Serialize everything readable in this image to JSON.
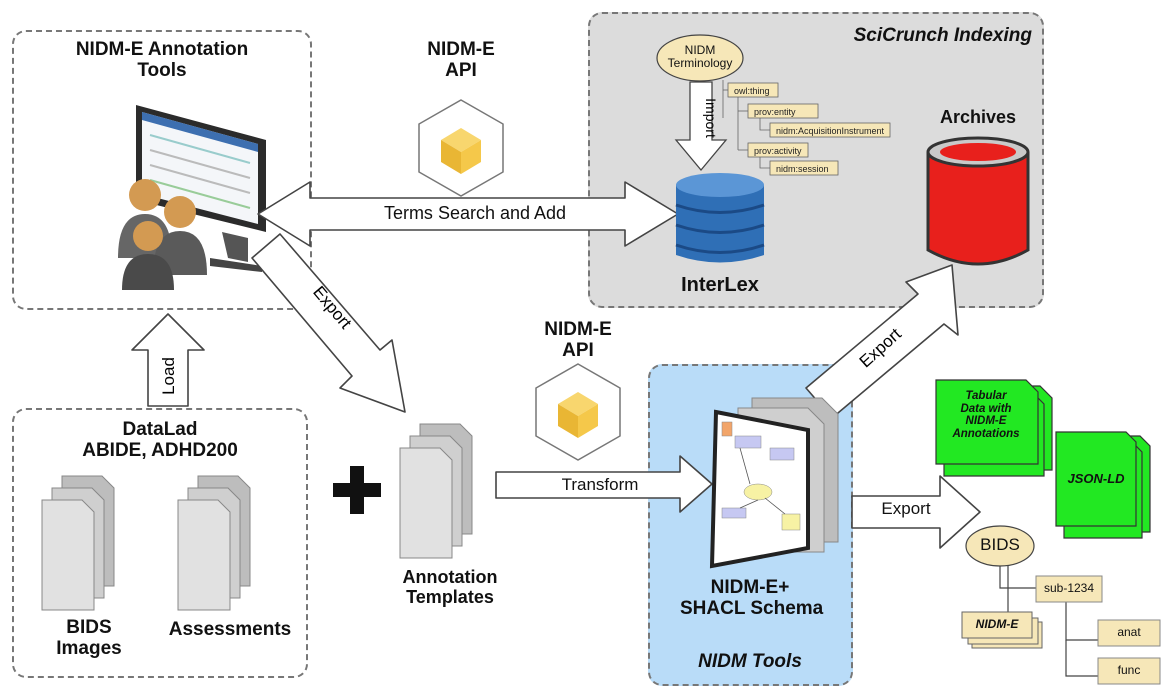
{
  "annotation_tools": {
    "title_line1": "NIDM-E Annotation",
    "title_line2": "Tools"
  },
  "api_top": {
    "line1": "NIDM-E",
    "line2": "API"
  },
  "api_bottom": {
    "line1": "NIDM-E",
    "line2": "API"
  },
  "scicrunch": {
    "title": "SciCrunch Indexing",
    "terminology_line1": "NIDM",
    "terminology_line2": "Terminology",
    "import_label": "Import",
    "tree": [
      "owl:thing",
      "prov:entity",
      "nidm:AcquisitionInstrument",
      "prov:activity",
      "nidm:session"
    ],
    "interlex": "InterLex",
    "archives": "Archives"
  },
  "arrows": {
    "terms_search": "Terms Search and Add",
    "export_left": "Export",
    "load": "Load",
    "transform": "Transform",
    "export_up": "Export",
    "export_right": "Export"
  },
  "datalad": {
    "title_line1": "DataLad",
    "title_line2": "ABIDE, ADHD200",
    "bids_images_line1": "BIDS",
    "bids_images_line2": "Images",
    "assessments": "Assessments"
  },
  "annotation_templates": {
    "line1": "Annotation",
    "line2": "Templates"
  },
  "nidm_tools": {
    "schema_line1": "NIDM-E+",
    "schema_line2": "SHACL Schema",
    "title": "NIDM Tools"
  },
  "outputs": {
    "tabular_line1": "Tabular",
    "tabular_line2": "Data with",
    "tabular_line3": "NIDM-E",
    "tabular_line4": "Annotations",
    "jsonld": "JSON-LD"
  },
  "bids_tree": {
    "root": "BIDS",
    "sub": "sub-1234",
    "nidme": "NIDM-E",
    "anat": "anat",
    "func": "func"
  },
  "colors": {
    "scicrunch_bg": "#dcdcdc",
    "nidm_tools_bg": "#b9dcf8",
    "interlex_blue": "#2f6fb6",
    "archive_red": "#e8201c",
    "output_green": "#22e822",
    "cube_yellow": "#f5c84a",
    "tree_tan": "#f6e7b8"
  }
}
